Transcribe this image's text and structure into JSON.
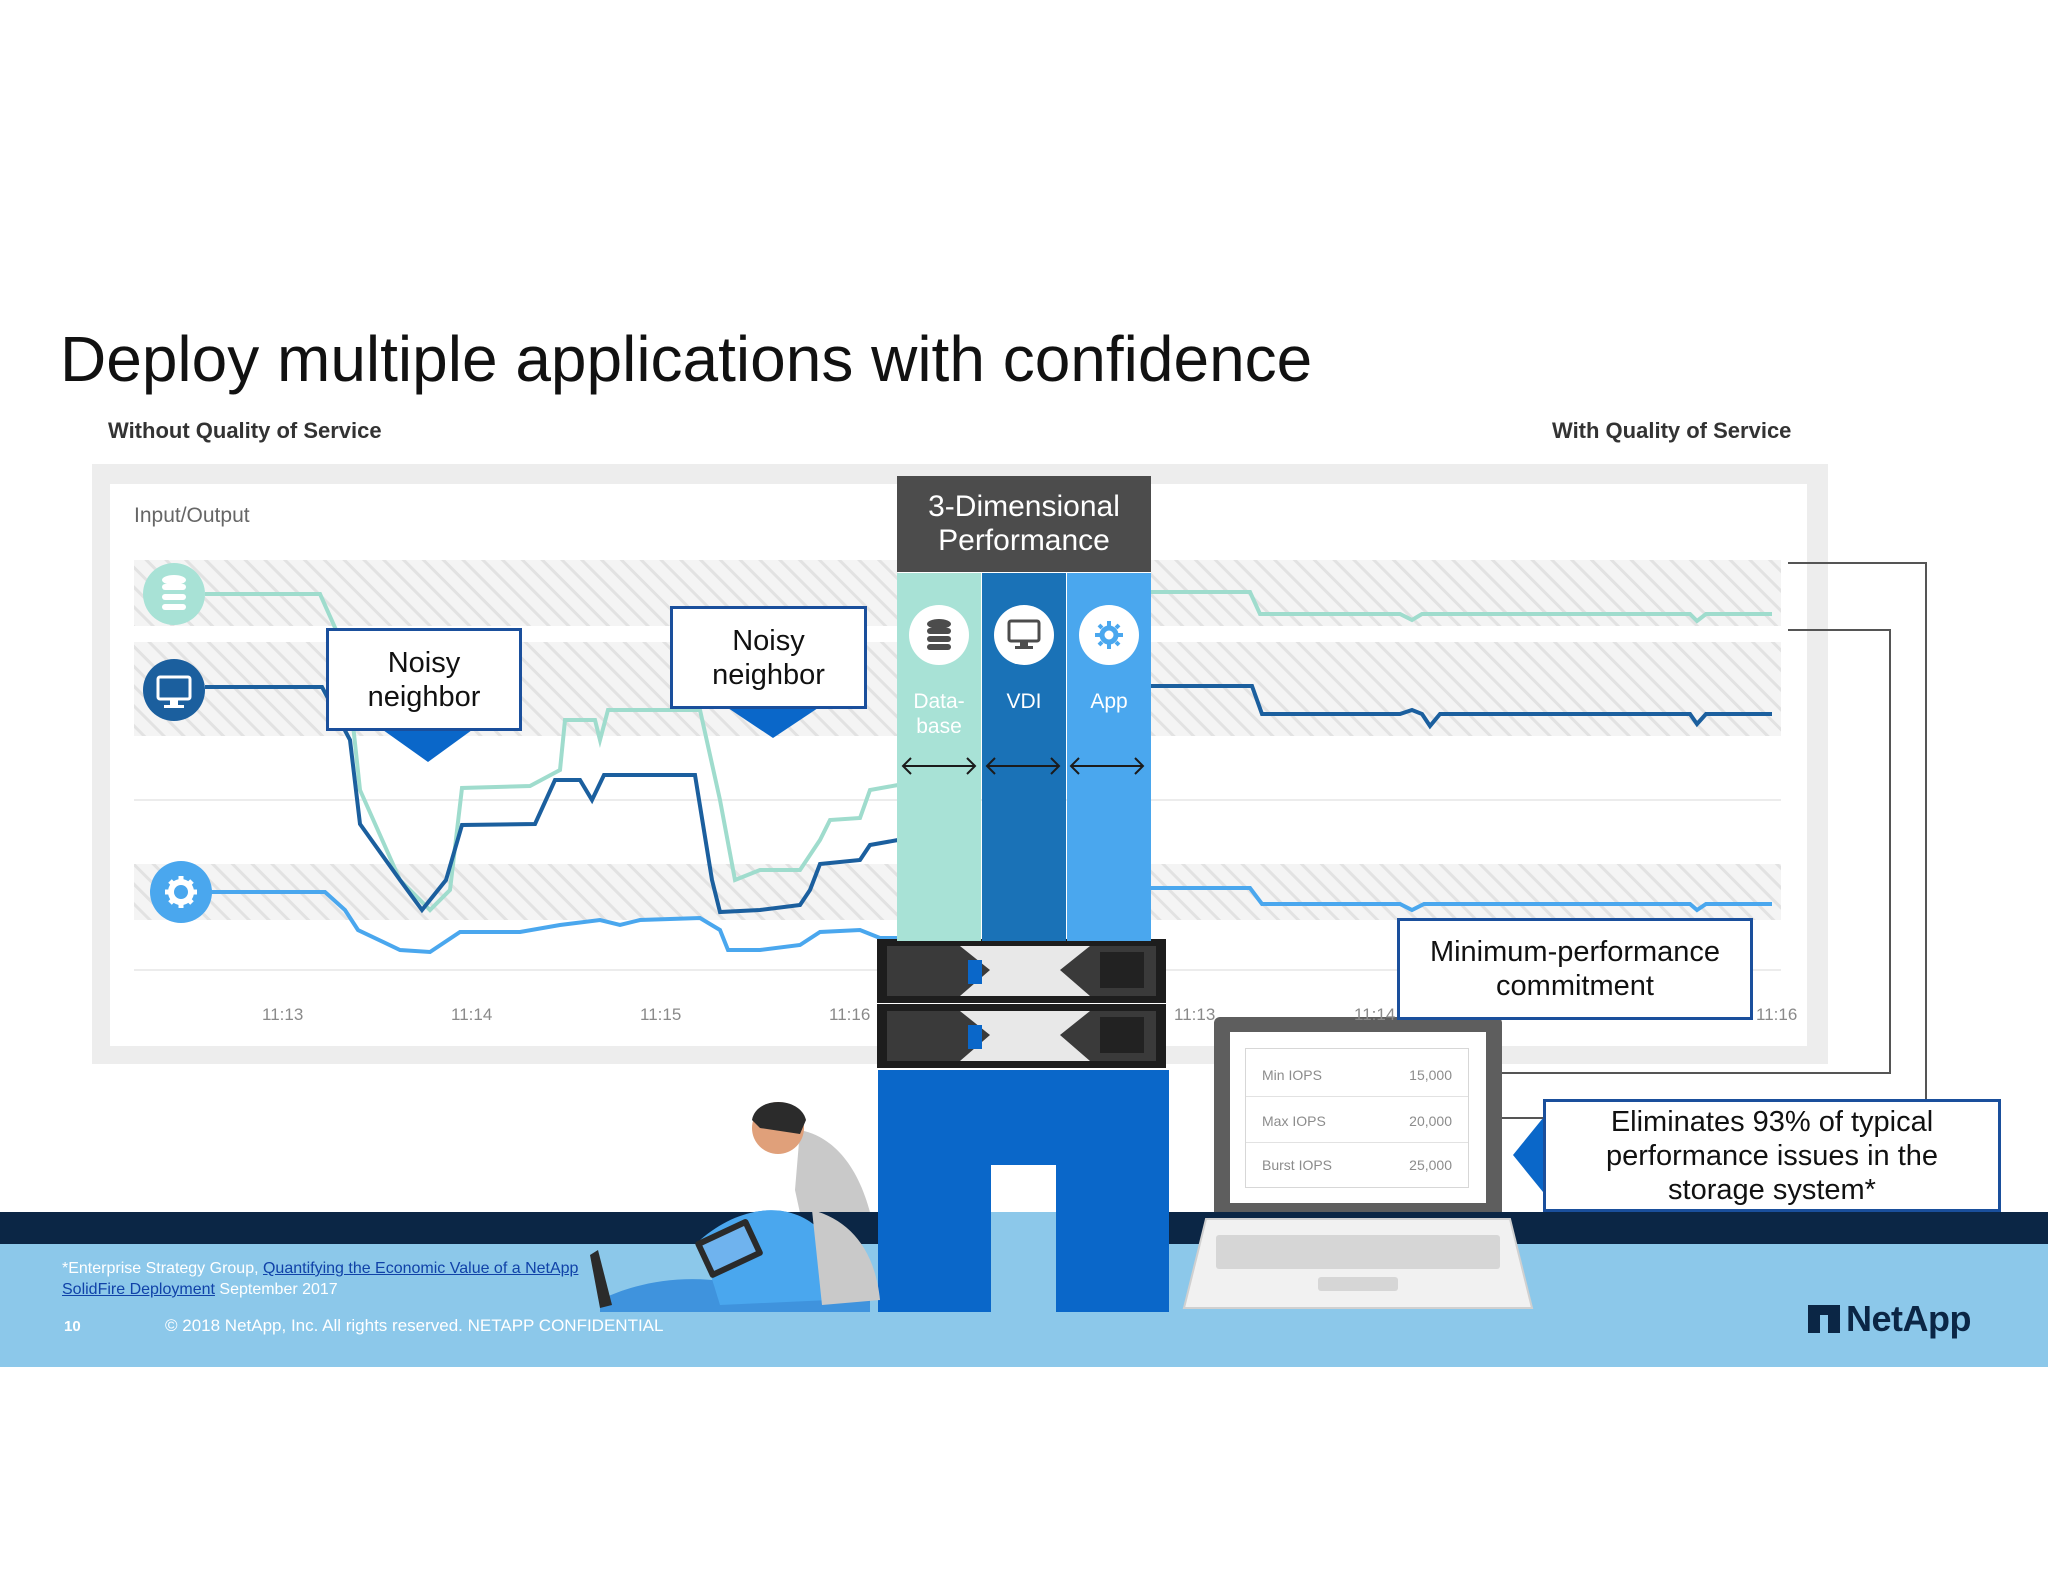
{
  "slide": {
    "title": "Deploy multiple applications with confidence",
    "page_number": "10",
    "copyright": "© 2018 NetApp, Inc. All rights reserved. NETAPP CONFIDENTIAL"
  },
  "sections": {
    "without": "Without Quality of Service",
    "with": "With Quality of Service"
  },
  "chart": {
    "y_label": "Input/Output",
    "ticks_left": [
      "11:13",
      "11:14",
      "11:15",
      "11:16"
    ],
    "ticks_right": [
      "11:13",
      "11:14",
      "11:16"
    ]
  },
  "callouts": {
    "noisy_1": "Noisy neighbor",
    "noisy_2": "Noisy neighbor",
    "min_commit": "Minimum-performance commitment",
    "eliminates": "Eliminates 93% of typical performance issues in the storage system*"
  },
  "dimensional": {
    "header": "3-Dimensional Performance",
    "columns": [
      {
        "label": "Data-\nbase",
        "icon": "database-icon",
        "color": "#a8e2d6"
      },
      {
        "label": "VDI",
        "icon": "monitor-icon",
        "color": "#1a72b7"
      },
      {
        "label": "App",
        "icon": "gear-icon",
        "color": "#4aa7ee"
      }
    ]
  },
  "iops": [
    {
      "name": "Min IOPS",
      "value": "15,000"
    },
    {
      "name": "Max IOPS",
      "value": "20,000"
    },
    {
      "name": "Burst IOPS",
      "value": "25,000"
    }
  ],
  "footnote": {
    "prefix": "*Enterprise Strategy Group, ",
    "link_text": "Quantifying the Economic Value of a NetApp SolidFire Deployment",
    "suffix": " September 2017"
  },
  "brand": {
    "name": "NetApp",
    "navy": "#0b2645",
    "blue": "#0a67c9",
    "teal": "#a8e2d6",
    "mid_blue": "#1a72b7",
    "light_blue": "#4aa7ee"
  }
}
